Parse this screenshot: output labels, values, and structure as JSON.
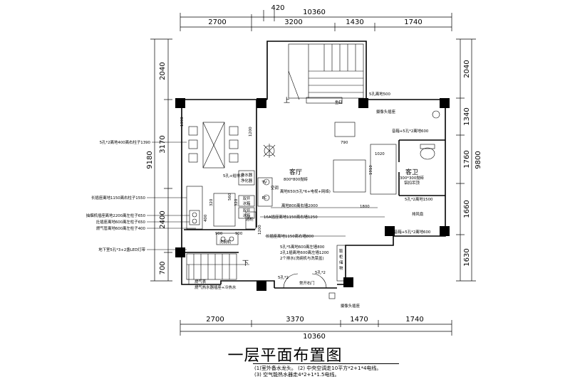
{
  "dimensions": {
    "top": [
      "2700",
      "3200",
      "1430",
      "1740"
    ],
    "top_total": "10360",
    "top_extra": "420",
    "bottom": [
      "2700",
      "3370",
      "1470",
      "1740"
    ],
    "bottom_total": "10360",
    "left": [
      "2040",
      "3170",
      "2400",
      "700"
    ],
    "left_total": "9180",
    "right": [
      "2040",
      "1340",
      "1760",
      "1660",
      "1630"
    ],
    "right_total": "9800",
    "inner": [
      "1390",
      "1200",
      "790",
      "1020",
      "1910",
      "1800",
      "900",
      "900",
      "320",
      "320",
      "560",
      "400",
      "1200"
    ]
  },
  "rooms": {
    "living": "客厅",
    "living_floor": "800*800抛砖",
    "bath": "客卫",
    "bath_floor": "300*300抛砖",
    "bath_ceiling": "铝扣吊顶",
    "up": "上",
    "down": "下"
  },
  "labels": {
    "left_1": "5孔*2离地400离右柱子1390",
    "left_2": "长插座离地1150离右柱子1550",
    "left_3": "抽烟机插座离地2200离左柱子650",
    "left_4": "灶插座离地600离左柱子650",
    "left_5": "燃气管离地600离左柱子400",
    "left_6": "地下室5孔*3+2盏LED灯带",
    "left_7": "燃气表",
    "left_8": "燃气热水器插座+冷热水",
    "k_water": "5孔+给排水",
    "k_purifier": "净水器",
    "k_purifier2": "净化器",
    "k_fridge_a": "双开",
    "k_fridge_b": "冰箱",
    "k_fridge_c": "双开",
    "k_fridge_d": "冰箱",
    "k_sink": "洗碗机",
    "k_wine": "酒柜",
    "tv": "TV",
    "pc": "PC",
    "ac": "空调",
    "c_tv": "离地650(5孔*6+电视+网络)",
    "c_1": "离地800离右墙2000",
    "c_2": "16A插座离地1150离右墙1250",
    "c_3": "长插座离地1150离右墙800",
    "c_4": "5孔*5离地600离左墙800",
    "c_5": "2孔1插离地600离左墙1200",
    "c_6": "2个排水(洗碗机与洗菜盆)",
    "r_top": "5孔离地500",
    "r_fish": "鱼缸",
    "r_cam": "摄像头插座",
    "r_1": "音箱+5孔*2离地600",
    "r_2": "5孔*2离地1500",
    "r_3": "排风扇",
    "r_4": "音箱+5孔*2离地600",
    "shoe": "鞋柜储物",
    "b_1": "5孔*2",
    "b_2": "5孔*2",
    "b_3": "常开右门",
    "b_4": "摄像头插座"
  },
  "title": "一层平面布置图",
  "notes": [
    "(1)室外备水龙头。 (2) 中央空调走10平方*2+1*4电线。",
    "(3) 空气能热水器走4*2+1*1.5电线。"
  ]
}
